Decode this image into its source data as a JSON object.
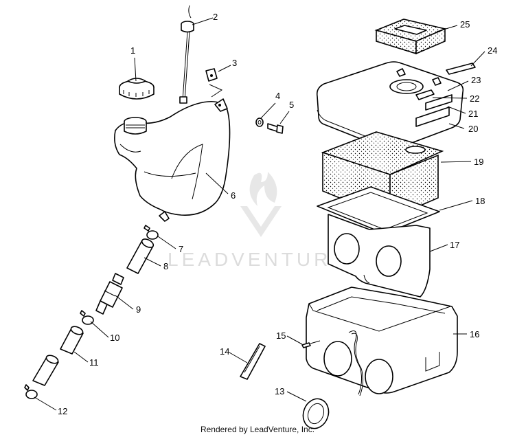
{
  "watermark": "LEADVENTURE",
  "footer": "Rendered by LeadVenture, Inc.",
  "callouts": [
    "1",
    "2",
    "3",
    "4",
    "5",
    "6",
    "7",
    "8",
    "9",
    "10",
    "11",
    "12",
    "13",
    "14",
    "15",
    "16",
    "17",
    "18",
    "19",
    "20",
    "21",
    "22",
    "23",
    "24",
    "25"
  ]
}
